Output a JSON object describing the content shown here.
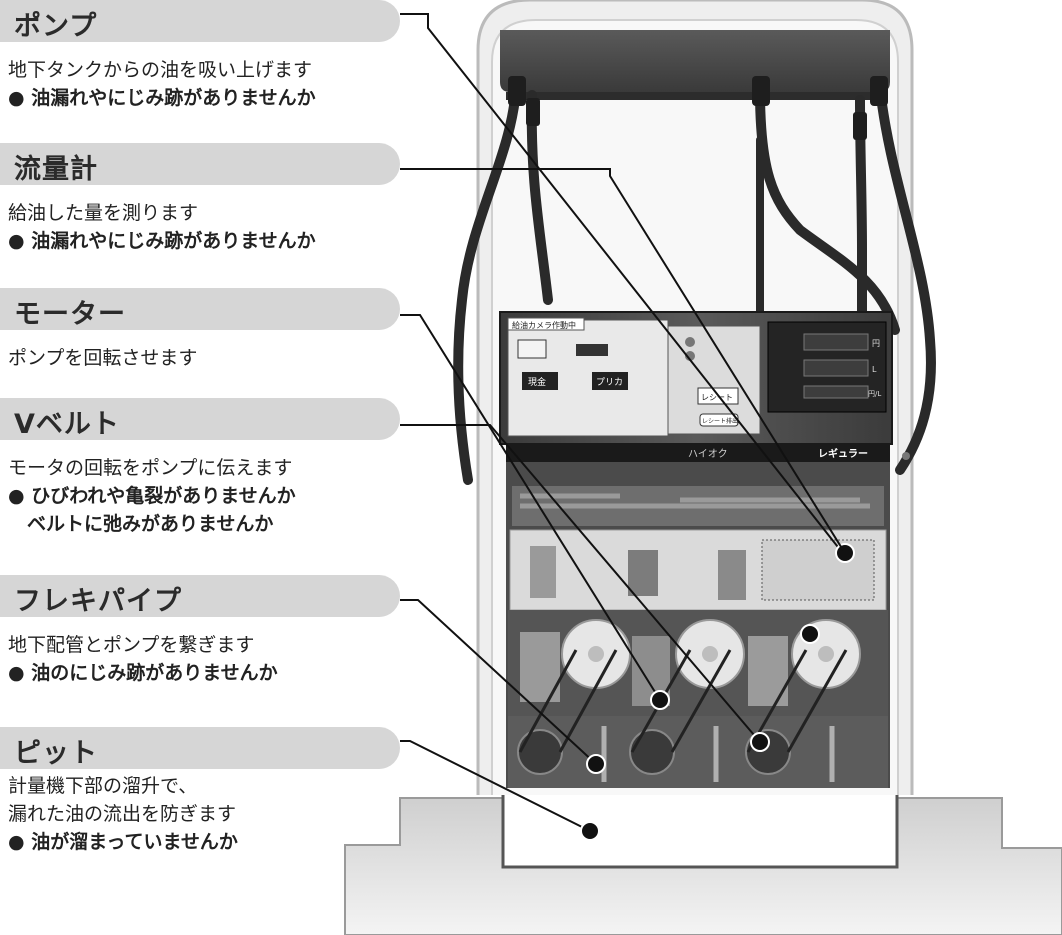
{
  "items": [
    {
      "title": "ポンプ",
      "desc": [
        "地下タンクからの油を吸い上げます",
        "● 油漏れやにじみ跡がありませんか"
      ]
    },
    {
      "title": "流量計",
      "desc": [
        "給油した量を測ります",
        "● 油漏れやにじみ跡がありませんか"
      ]
    },
    {
      "title": "モーター",
      "desc": [
        "ポンプを回転させます"
      ]
    },
    {
      "title": "Vベルト",
      "desc": [
        "モータの回転をポンプに伝えます",
        "● ひびわれや亀裂がありませんか",
        "　ベルトに弛みがありませんか"
      ]
    },
    {
      "title": "フレキパイプ",
      "desc": [
        "地下配管とポンプを繋ぎます",
        "● 油のにじみ跡がありませんか"
      ]
    },
    {
      "title": "ピット",
      "desc": [
        "計量機下部の溜升で、",
        "漏れた油の流出を防ぎます",
        "● 油が溜まっていませんか"
      ]
    }
  ],
  "machine": {
    "banner": "給油カメラ作動中",
    "btn_a": "現金",
    "btn_b": "プリカ",
    "receipt": "レシート",
    "receipt_out": "レシート排出",
    "premium": "ハイオク",
    "regular": "レギュラー",
    "disp_units": [
      "円",
      "L",
      "円/L"
    ]
  },
  "colors": {
    "pill": "#d6d6d6",
    "line": "#111111",
    "ground": "#b8b8b8"
  }
}
